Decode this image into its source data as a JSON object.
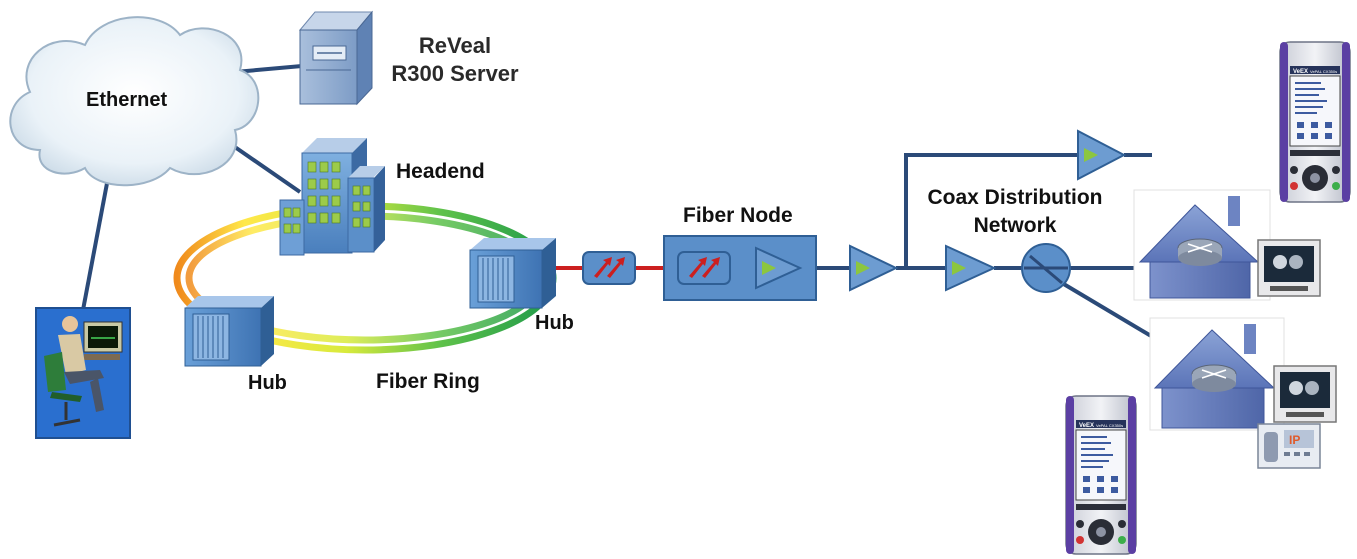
{
  "labels": {
    "ethernet": "Ethernet",
    "server_line1": "ReVeal",
    "server_line2": "R300 Server",
    "headend": "Headend",
    "fiber_node": "Fiber Node",
    "coax_line1": "Coax Distribution",
    "coax_line2": "Network",
    "hub_right": "Hub",
    "hub_left": "Hub",
    "fiber_ring": "Fiber Ring"
  },
  "device_screen": {
    "brand": "VeEX",
    "model": "VePAL CX350s"
  },
  "ip_badge": "IP",
  "colors": {
    "link_line": "#2b4a78",
    "fiber_red": "#cc1f1f",
    "block_blue": "#5b8fc9",
    "block_dark": "#2f5f95",
    "amp_green": "#8cc63f"
  }
}
